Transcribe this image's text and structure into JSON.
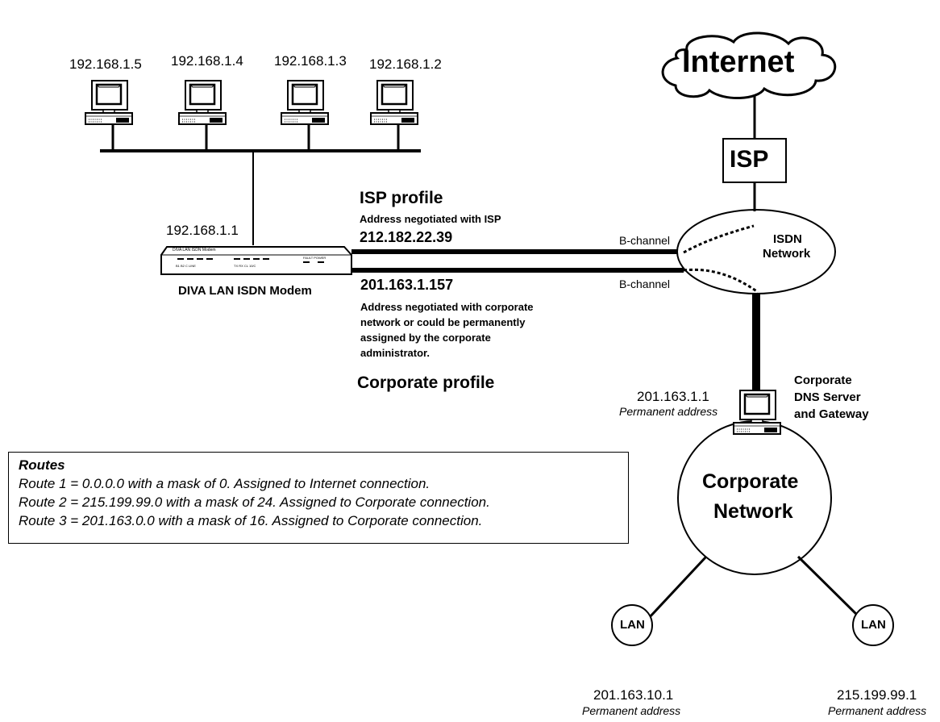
{
  "hosts": [
    {
      "ip": "192.168.1.5"
    },
    {
      "ip": "192.168.1.4"
    },
    {
      "ip": "192.168.1.3"
    },
    {
      "ip": "192.168.1.2"
    }
  ],
  "modem": {
    "ip": "192.168.1.1",
    "name": "DIVA LAN ISDN Modem",
    "faceplate_title": "DIVA LAN ISDN Modem"
  },
  "isp_profile": {
    "title": "ISP profile",
    "subtitle": "Address negotiated with ISP",
    "address": "212.182.22.39"
  },
  "corporate_profile": {
    "address": "201.163.1.157",
    "note_lines": [
      "Address negotiated with corporate",
      "network or could be permanently",
      "assigned by the corporate",
      "administrator."
    ],
    "title": "Corporate profile"
  },
  "channels": [
    "B-channel",
    "B-channel"
  ],
  "internet": {
    "label": "Internet"
  },
  "isp": {
    "label": "ISP"
  },
  "isdn": {
    "label_line1": "ISDN",
    "label_line2": "Network"
  },
  "dns_server": {
    "ip": "201.163.1.1",
    "ip_note": "Permanent address",
    "label_lines": [
      "Corporate",
      "DNS Server",
      "and Gateway"
    ]
  },
  "corporate_network": {
    "label_line1": "Corporate",
    "label_line2": "Network"
  },
  "lans": [
    {
      "label": "LAN",
      "ip": "201.163.10.1",
      "note": "Permanent address"
    },
    {
      "label": "LAN",
      "ip": "215.199.99.1",
      "note": "Permanent address"
    }
  ],
  "routes": {
    "title": "Routes",
    "items": [
      "Route 1 = 0.0.0.0 with a mask of 0. Assigned to Internet connection.",
      "Route 2 = 215.199.99.0 with a mask of 24. Assigned to Corporate connection.",
      "Route 3 = 201.163.0.0 with a mask of 16. Assigned to Corporate connection."
    ]
  }
}
